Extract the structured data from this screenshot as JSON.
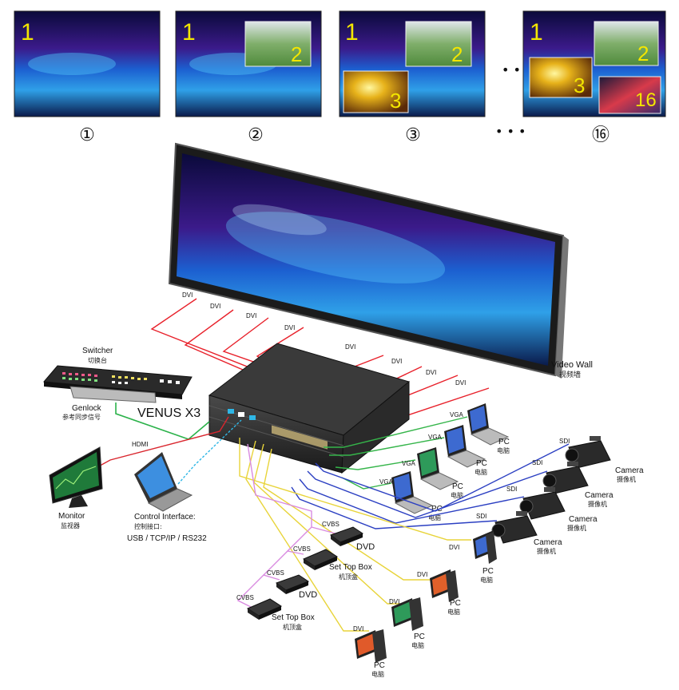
{
  "steps": [
    {
      "label": "①",
      "windows": [
        "1"
      ]
    },
    {
      "label": "②",
      "windows": [
        "1",
        "2"
      ]
    },
    {
      "label": "③",
      "windows": [
        "1",
        "2",
        "3"
      ]
    },
    {
      "label": "⑯",
      "windows": [
        "1",
        "2",
        "3",
        "16"
      ]
    }
  ],
  "ellipsis": "• • •",
  "device": {
    "name": "VENUS X3"
  },
  "video_wall": {
    "label_en": "Video Wall",
    "label_cn": "视频墙"
  },
  "switcher": {
    "label_en": "Switcher",
    "label_cn": "切换台"
  },
  "genlock": {
    "label_en": "Genlock",
    "label_cn": "参考同步信号"
  },
  "monitor": {
    "label_en": "Monitor",
    "label_cn": "监视器"
  },
  "control": {
    "label_en": "Control Interface:",
    "label_cn": "控制接口:",
    "ports": "USB / TCP/IP / RS232"
  },
  "signals": {
    "dvi": "DVI",
    "hdmi": "HDMI",
    "vga": "VGA",
    "sdi": "SDI",
    "cvbs": "CVBS"
  },
  "pc": {
    "label_en": "PC",
    "label_cn": "电脑"
  },
  "camera": {
    "label_en": "Camera",
    "label_cn": "摄像机"
  },
  "dvd": {
    "label": "DVD"
  },
  "stb": {
    "label_en": "Set Top Box",
    "label_cn": "机顶盒"
  },
  "colors": {
    "dvi_red": "#e8202a",
    "genlock_green": "#2bb24a",
    "hdmi_red": "#d9262e",
    "control_cyan": "#2fb7e6",
    "vga_green": "#35b54a",
    "sdi_blue": "#2b3fc2",
    "pc_yellow": "#e8d43a",
    "cvbs_pink": "#d98be0"
  }
}
